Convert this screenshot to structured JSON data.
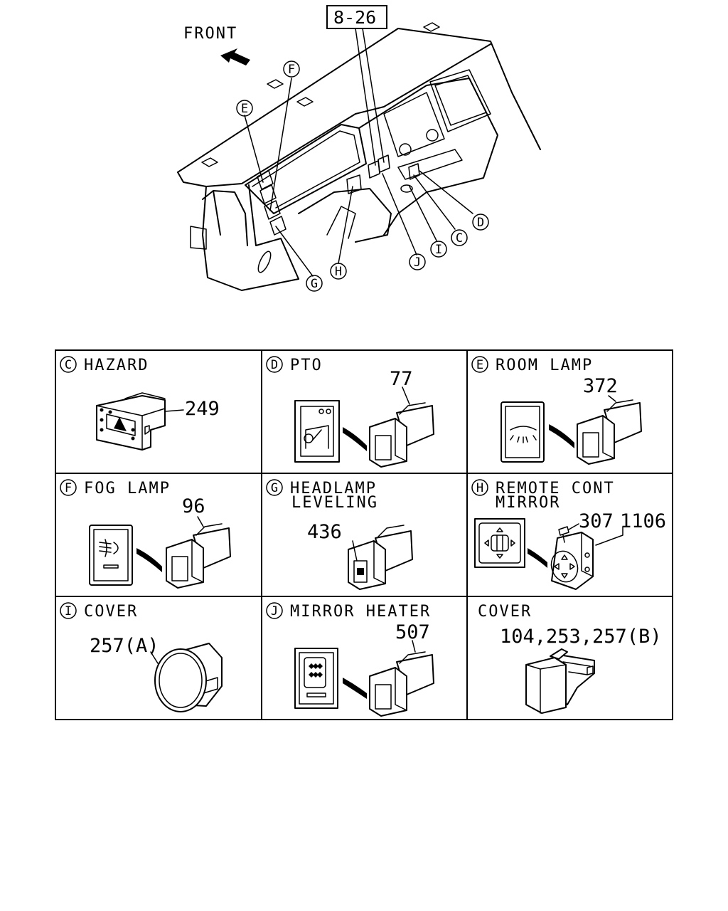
{
  "overview": {
    "front_label": "FRONT",
    "ref_box": "8-26",
    "callouts": [
      "C",
      "D",
      "E",
      "F",
      "G",
      "H",
      "I",
      "J"
    ]
  },
  "panels": [
    {
      "letter": "C",
      "title": "HAZARD",
      "title2": "",
      "parts": [
        "249"
      ]
    },
    {
      "letter": "D",
      "title": "PTO",
      "title2": "",
      "parts": [
        "77"
      ]
    },
    {
      "letter": "E",
      "title": "ROOM LAMP",
      "title2": "",
      "parts": [
        "372"
      ]
    },
    {
      "letter": "F",
      "title": "FOG LAMP",
      "title2": "",
      "parts": [
        "96"
      ]
    },
    {
      "letter": "G",
      "title": "HEADLAMP",
      "title2": "LEVELING",
      "parts": [
        "436"
      ]
    },
    {
      "letter": "H",
      "title": "REMOTE CONT",
      "title2": "MIRROR",
      "parts": [
        "307",
        "1106"
      ]
    },
    {
      "letter": "I",
      "title": "COVER",
      "title2": "",
      "parts": [
        "257(A)"
      ]
    },
    {
      "letter": "J",
      "title": "MIRROR HEATER",
      "title2": "",
      "parts": [
        "507"
      ]
    },
    {
      "letter": "",
      "title": "COVER",
      "title2": "",
      "parts": [
        "104,253,257(B)"
      ]
    }
  ]
}
